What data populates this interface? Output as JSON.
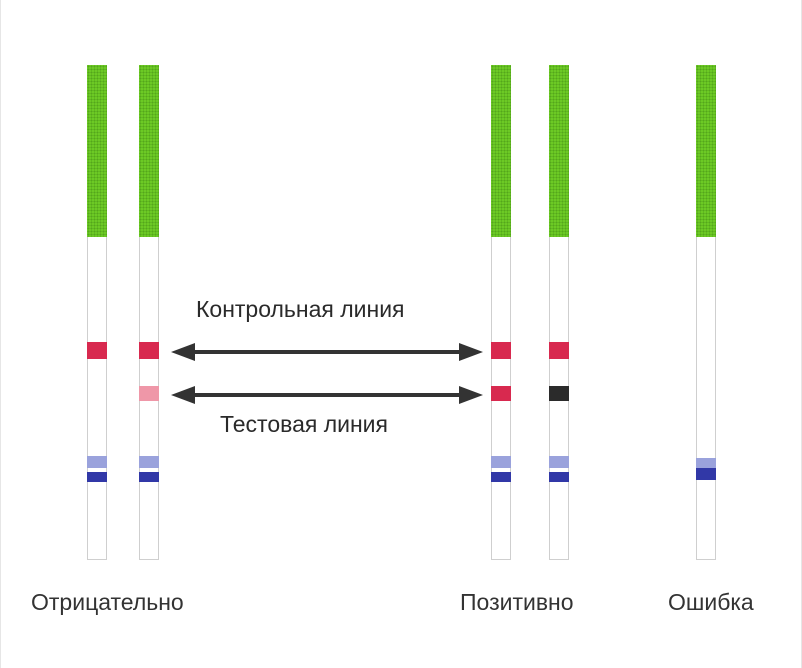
{
  "labels": {
    "control_line": "Контрольная линия",
    "test_line": "Тестовая линия",
    "negative": "Отрицательно",
    "positive": "Позитивно",
    "error": "Ошибка"
  },
  "colors": {
    "handle": "#6cc925",
    "control_band": "#d8294f",
    "test_band_faint": "#ef97a8",
    "test_band_dark": "#2b2b2b",
    "blue_light": "#9aa2dc",
    "blue_dark": "#3138a7",
    "arrow": "#333333"
  }
}
